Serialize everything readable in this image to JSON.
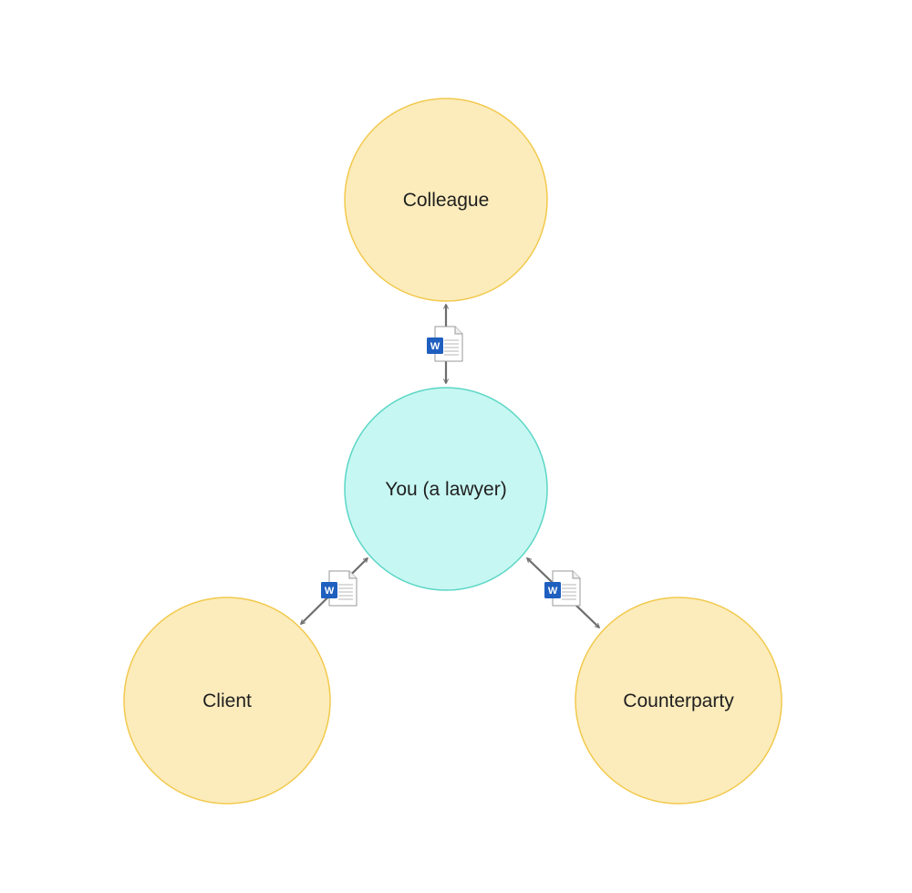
{
  "nodes": {
    "colleague": {
      "label": "Colleague"
    },
    "you": {
      "label": "You (a lawyer)"
    },
    "client": {
      "label": "Client"
    },
    "counterparty": {
      "label": "Counterparty"
    }
  },
  "document_icon": {
    "name": "word-document-icon",
    "letter": "W"
  },
  "colors": {
    "peer_fill": "#fcecbc",
    "peer_stroke": "#f2c94c",
    "center_fill": "#c7f7f2",
    "center_stroke": "#5bd6c6",
    "arrow": "#6e6e6e",
    "word_blue": "#1f5fbf"
  }
}
